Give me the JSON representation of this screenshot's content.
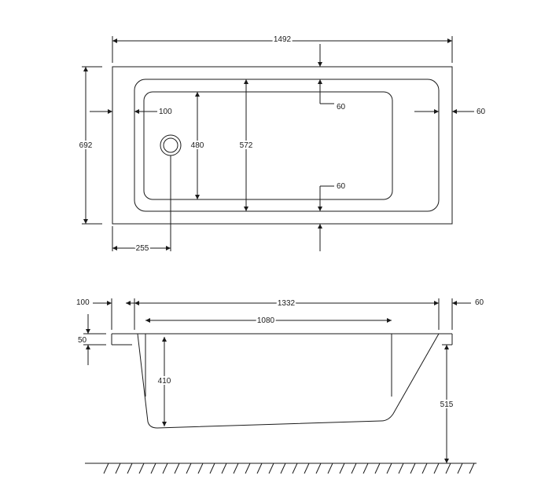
{
  "plan": {
    "overall_length": "1492",
    "overall_width": "692",
    "rim_left": "100",
    "rim_right": "60",
    "rim_top": "60",
    "rim_bottom": "60",
    "inner_width_base": "480",
    "inner_width_top": "572",
    "waste_offset": "255"
  },
  "elevation": {
    "rim_left": "100",
    "rim_right": "60",
    "inner_length_top": "1332",
    "inner_length_base": "1080",
    "rim_thickness": "50",
    "bath_depth": "410",
    "overall_height": "515"
  }
}
